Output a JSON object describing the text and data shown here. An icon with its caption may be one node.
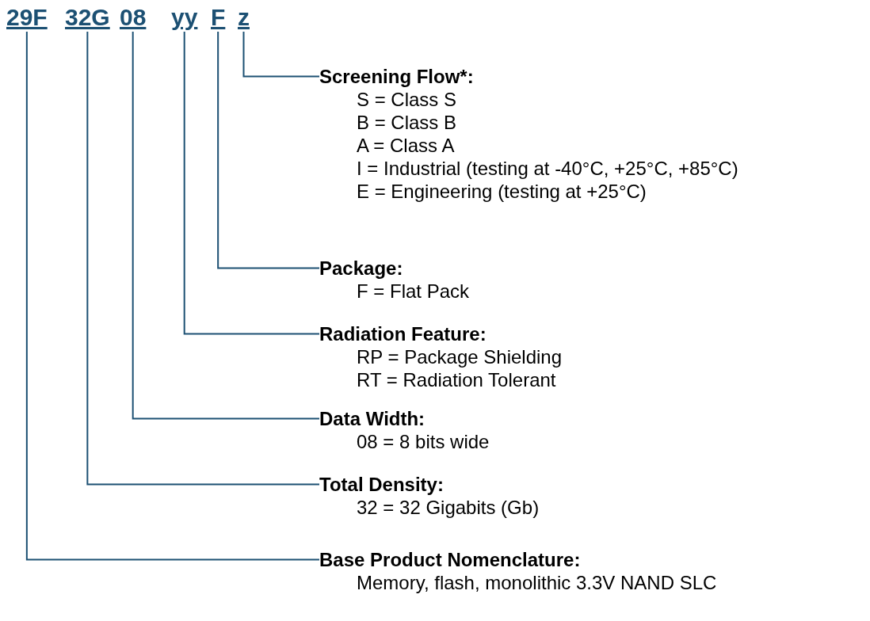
{
  "diagram": {
    "nodes": [
      {
        "text": [
          "29F"
        ]
      },
      {
        "text": [
          "32G"
        ]
      },
      {
        "text": [
          "08"
        ]
      },
      {
        "text": [
          "yy"
        ]
      },
      {
        "text": [
          "F"
        ]
      },
      {
        "text": [
          "z"
        ]
      },
      {
        "text": [
          "Screening Flow*:",
          "S = Class S",
          "B = Class B",
          "A = Class A",
          "I = Industrial (testing at -40°C, +25°C, +85°C)",
          "E = Engineering (testing at +25°C)"
        ]
      },
      {
        "text": [
          "Package:",
          "F = Flat Pack"
        ]
      },
      {
        "text": [
          "Radiation Feature:",
          "RP = Package Shielding",
          "RT = Radiation Tolerant"
        ]
      },
      {
        "text": [
          "Data Width:",
          "08 = 8 bits wide"
        ]
      },
      {
        "text": [
          "Total Density:",
          "32 = 32 Gigabits (Gb)"
        ]
      },
      {
        "text": [
          "Base Product Nomenclature:",
          "Memory, flash, monolithic 3.3V NAND SLC"
        ]
      }
    ],
    "edges": [
      {
        "from": 5,
        "to": 6,
        "arrow": "none"
      },
      {
        "from": 4,
        "to": 7,
        "arrow": "none"
      },
      {
        "from": 3,
        "to": 8,
        "arrow": "none"
      },
      {
        "from": 2,
        "to": 9,
        "arrow": "none"
      },
      {
        "from": 1,
        "to": 10,
        "arrow": "none"
      },
      {
        "from": 0,
        "to": 11,
        "arrow": "none"
      }
    ]
  }
}
